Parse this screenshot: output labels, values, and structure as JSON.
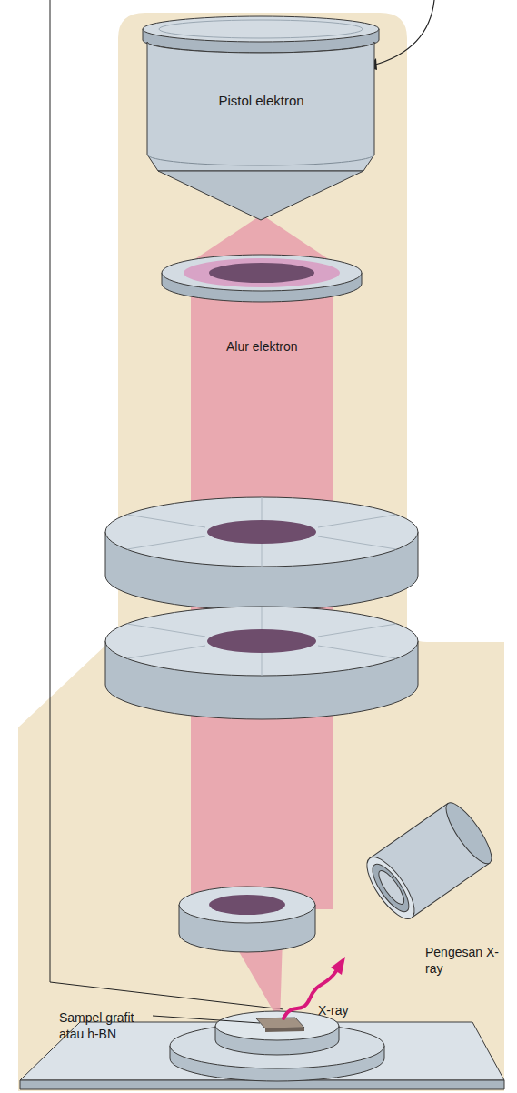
{
  "diagram": {
    "nodes": [
      {
        "text": [
          "Pistol elektron"
        ]
      }
    ],
    "labels": [
      "Alur elektron",
      "Sampel grafit atau h-BN",
      "X-ray",
      "Pengesan X-ray"
    ]
  }
}
